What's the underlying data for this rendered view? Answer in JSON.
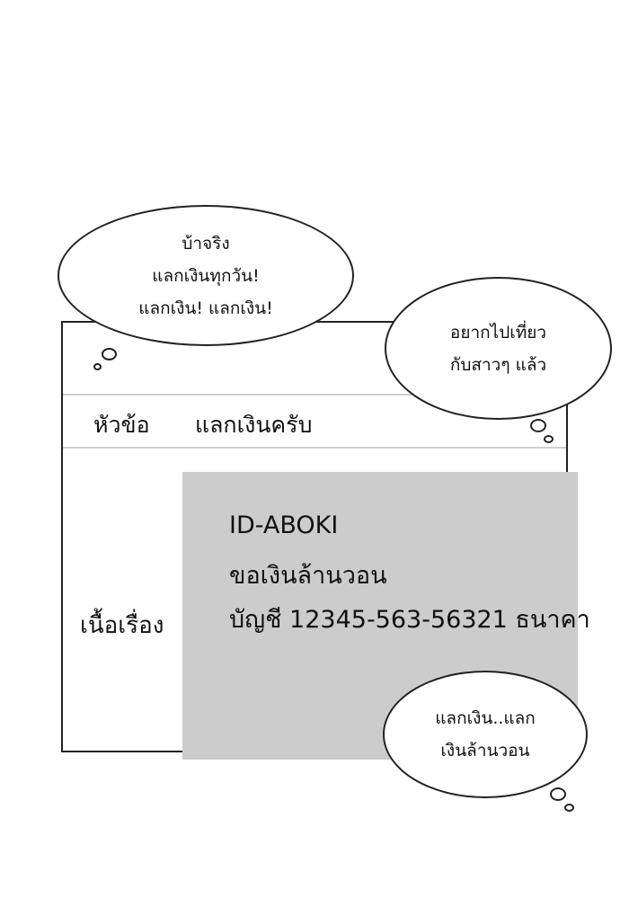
{
  "form": {
    "subject_label": "หัวข้อ",
    "subject_value": "แลกเงินครับ",
    "body_label": "เนื้อเรื่อง",
    "body_lines": [
      "ID-ABOKI",
      "ขอเงินล้านวอน",
      "บัญชี 12345-563-56321 ธนาคา"
    ]
  },
  "bubbles": {
    "top_left": [
      "บ้าจริง",
      "แลกเงินทุกวัน!",
      "แลกเงิน! แลกเงิน!"
    ],
    "right": [
      "อยากไปเที่ยว",
      "กับสาวๆ แล้ว"
    ],
    "bottom_right": [
      "แลกเงิน..แลก",
      "เงินล้านวอน"
    ]
  },
  "colors": {
    "content_background": "#cccccc",
    "divider": "#cfcfcf",
    "outline": "#222222"
  }
}
